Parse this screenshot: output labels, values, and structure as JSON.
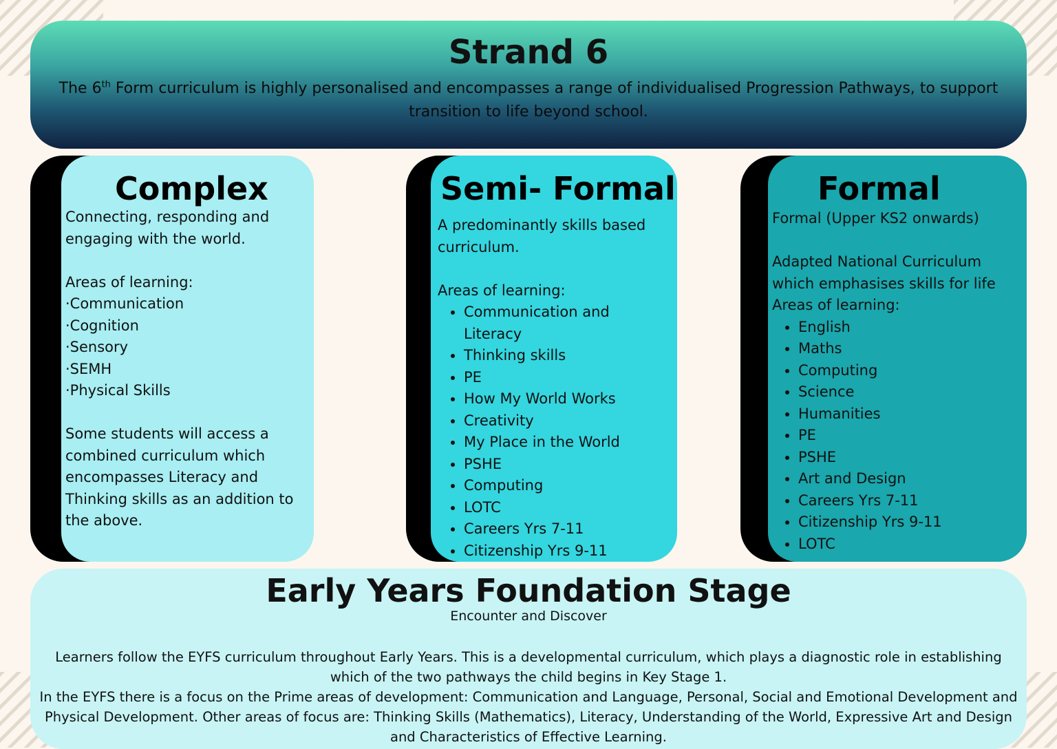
{
  "header": {
    "title": "Strand 6",
    "line_pre": "The 6",
    "line_sup": "th",
    "line_post": " Form curriculum is highly personalised and encompasses a range of individualised Progression Pathways, to support transition to life beyond school."
  },
  "complex": {
    "title": "Complex",
    "intro": "Connecting, responding and engaging with the world.",
    "areas_label": "Areas of learning:",
    "items": [
      "·Communication",
      "·Cognition",
      "·Sensory",
      "·SEMH",
      "·Physical Skills"
    ],
    "note": "Some students will access a combined curriculum which encompasses Literacy and Thinking skills as an addition to the above."
  },
  "semi_formal": {
    "title": "Semi- Formal",
    "intro": "A predominantly skills based curriculum.",
    "areas_label": "Areas of learning:",
    "items": [
      "Communication and Literacy",
      "Thinking skills",
      "PE",
      "How My World Works",
      "Creativity",
      "My Place in the World",
      "PSHE",
      "Computing",
      "LOTC",
      "Careers Yrs 7-11",
      "Citizenship Yrs 9-11"
    ]
  },
  "formal": {
    "title": "Formal",
    "intro": "Formal (Upper KS2 onwards)",
    "description": "Adapted National Curriculum which emphasises skills for life",
    "areas_label": "Areas of learning:",
    "items": [
      "English",
      "Maths",
      "Computing",
      "Science",
      "Humanities",
      "PE",
      "PSHE",
      "Art and Design",
      "Careers Yrs 7-11",
      "Citizenship Yrs 9-11",
      "LOTC"
    ]
  },
  "eyfs": {
    "title": "Early Years Foundation Stage",
    "subtitle": "Encounter and Discover",
    "para1": "Learners follow the EYFS curriculum throughout Early Years. This is a developmental curriculum, which plays a diagnostic role in establishing which of the two pathways the child begins in Key Stage 1.",
    "para2": "In the EYFS there is a focus on the Prime areas of development: Communication and Language, Personal, Social and Emotional Development and Physical Development. Other areas of focus are: Thinking Skills (Mathematics), Literacy, Understanding of the World, Expressive Art and Design and Characteristics of Effective Learning."
  },
  "colors": {
    "background": "#fdf6ee",
    "complex_card": "#a8eef2",
    "semi_formal_card": "#34d6df",
    "formal_card": "#1aa7ad",
    "eyfs_panel": "#c8f4f5"
  }
}
